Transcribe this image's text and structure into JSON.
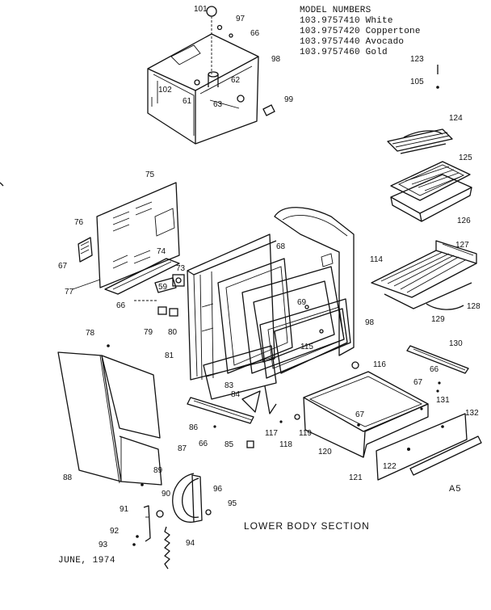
{
  "model_block": {
    "heading": "MODEL NUMBERS",
    "models": [
      "103.9757410 White",
      "103.9757420 Coppertone",
      "103.9757440 Avocado",
      "103.9757460 Gold"
    ]
  },
  "section_title": "LOWER BODY SECTION",
  "date": "JUNE, 1974",
  "sheet_code": "A5",
  "part_labels": [
    "101",
    "97",
    "66",
    "98",
    "102",
    "62",
    "61",
    "63",
    "99",
    "123",
    "105",
    "124",
    "125",
    "126",
    "75",
    "76",
    "67",
    "74",
    "73",
    "77",
    "59",
    "66",
    "79",
    "80",
    "68",
    "114",
    "127",
    "128",
    "129",
    "69",
    "98",
    "115",
    "116",
    "78",
    "81",
    "83",
    "84",
    "86",
    "66",
    "85",
    "117",
    "118",
    "119",
    "120",
    "67",
    "130",
    "66",
    "131",
    "132",
    "67",
    "87",
    "88",
    "89",
    "90",
    "96",
    "95",
    "91",
    "92",
    "93",
    "94",
    "121",
    "122"
  ]
}
